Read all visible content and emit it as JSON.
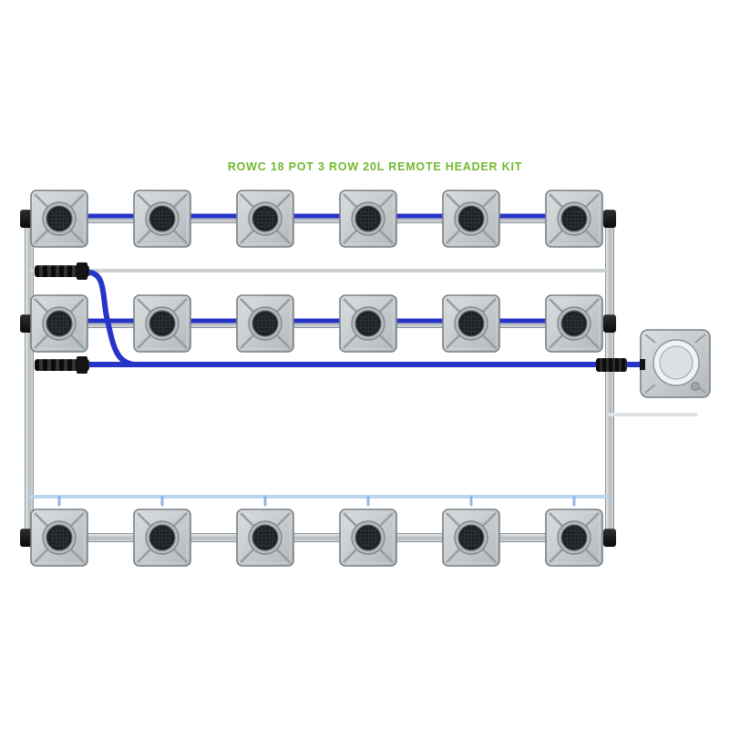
{
  "title": "ROWC 18 POT 3 ROW 20L REMOTE HEADER KIT",
  "title_color": "#72b92e",
  "system": {
    "rows": 3,
    "pots_per_row": 6,
    "total_pots": 18
  },
  "colors": {
    "tube_blue": "#2734c8",
    "tube_light": "#bdd6f0",
    "rail": "#c3c9cd",
    "pot_body": "#c7ccd0",
    "pot_lid": "#1f2224",
    "fitting_black": "#121212",
    "background": "#ffffff"
  }
}
